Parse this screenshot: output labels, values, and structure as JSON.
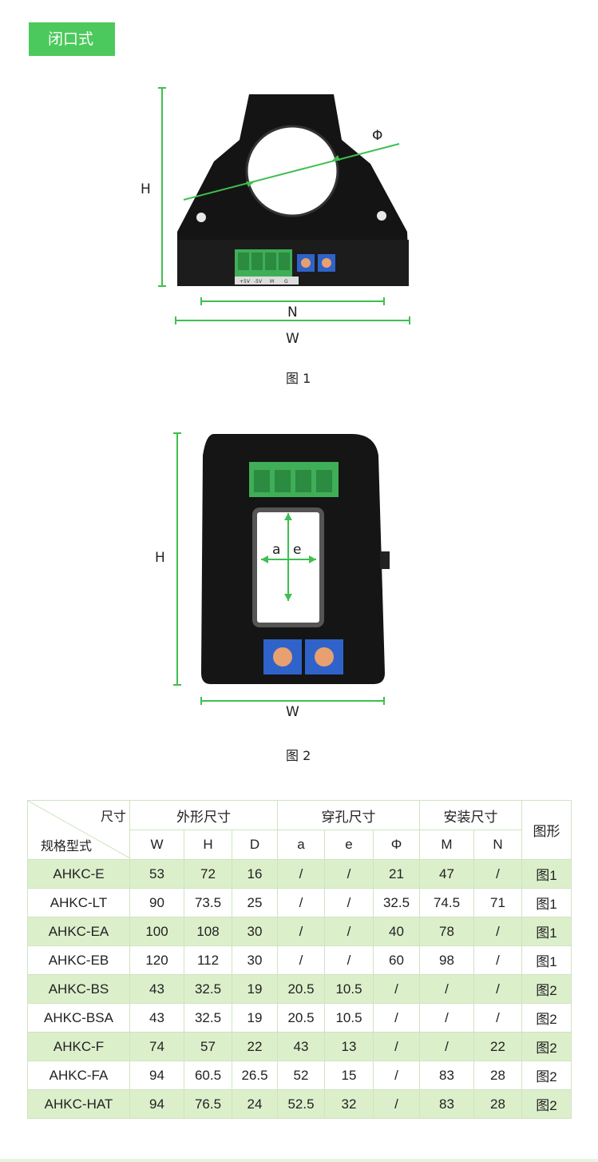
{
  "tag_label": "闭口式",
  "figure1": {
    "caption": "图 1",
    "label_h": "H",
    "label_n": "N",
    "label_w": "W",
    "label_phi": "Φ",
    "terminal_labels": [
      "+5V",
      "-5V",
      "M",
      "G"
    ]
  },
  "figure2": {
    "caption": "图 2",
    "label_h": "H",
    "label_w": "W",
    "label_a": "a",
    "label_e": "e"
  },
  "table": {
    "corner_top": "尺寸",
    "corner_bottom": "规格型式",
    "groups": [
      "外形尺寸",
      "穿孔尺寸",
      "安装尺寸",
      "图形"
    ],
    "subheaders": [
      "W",
      "H",
      "D",
      "a",
      "e",
      "Φ",
      "M",
      "N"
    ],
    "rows": [
      {
        "model": "AHKC-E",
        "cells": [
          "53",
          "72",
          "16",
          "/",
          "/",
          "21",
          "47",
          "/"
        ],
        "fig": "图1"
      },
      {
        "model": "AHKC-LT",
        "cells": [
          "90",
          "73.5",
          "25",
          "/",
          "/",
          "32.5",
          "74.5",
          "71"
        ],
        "fig": "图1"
      },
      {
        "model": "AHKC-EA",
        "cells": [
          "100",
          "108",
          "30",
          "/",
          "/",
          "40",
          "78",
          "/"
        ],
        "fig": "图1"
      },
      {
        "model": "AHKC-EB",
        "cells": [
          "120",
          "112",
          "30",
          "/",
          "/",
          "60",
          "98",
          "/"
        ],
        "fig": "图1"
      },
      {
        "model": "AHKC-BS",
        "cells": [
          "43",
          "32.5",
          "19",
          "20.5",
          "10.5",
          "/",
          "/",
          "/"
        ],
        "fig": "图2"
      },
      {
        "model": "AHKC-BSA",
        "cells": [
          "43",
          "32.5",
          "19",
          "20.5",
          "10.5",
          "/",
          "/",
          "/"
        ],
        "fig": "图2"
      },
      {
        "model": "AHKC-F",
        "cells": [
          "74",
          "57",
          "22",
          "43",
          "13",
          "/",
          "/",
          "22"
        ],
        "fig": "图2"
      },
      {
        "model": "AHKC-FA",
        "cells": [
          "94",
          "60.5",
          "26.5",
          "52",
          "15",
          "/",
          "83",
          "28"
        ],
        "fig": "图2"
      },
      {
        "model": "AHKC-HAT",
        "cells": [
          "94",
          "76.5",
          "24",
          "52.5",
          "32",
          "/",
          "83",
          "28"
        ],
        "fig": "图2"
      }
    ]
  },
  "colors": {
    "accent_green": "#4cc95c",
    "row_green": "#dcefcb",
    "dim_line": "#3fbf4f"
  }
}
